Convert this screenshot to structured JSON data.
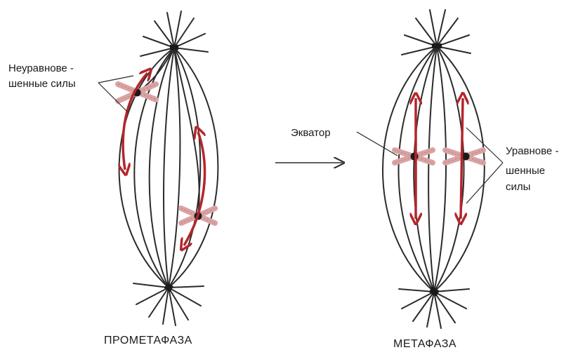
{
  "left": {
    "label_line1": "Неуравнове -",
    "label_line2": "шенные силы",
    "title": "ПРОМЕТАФАЗА"
  },
  "right": {
    "equator_label": "Экватор",
    "label_line1": "Уравнове -",
    "label_line2": "шенные",
    "label_line3": "силы",
    "title": "МЕТАФАЗА"
  },
  "colors": {
    "spindle": "#2b2b2b",
    "arrow": "#b3262b",
    "chromosome": "#d9a3a3",
    "centromere": "#1a1a1a"
  },
  "icons": [
    "transition-arrow-icon",
    "force-arrow-icon",
    "centrosome-icon",
    "chromosome-icon"
  ]
}
